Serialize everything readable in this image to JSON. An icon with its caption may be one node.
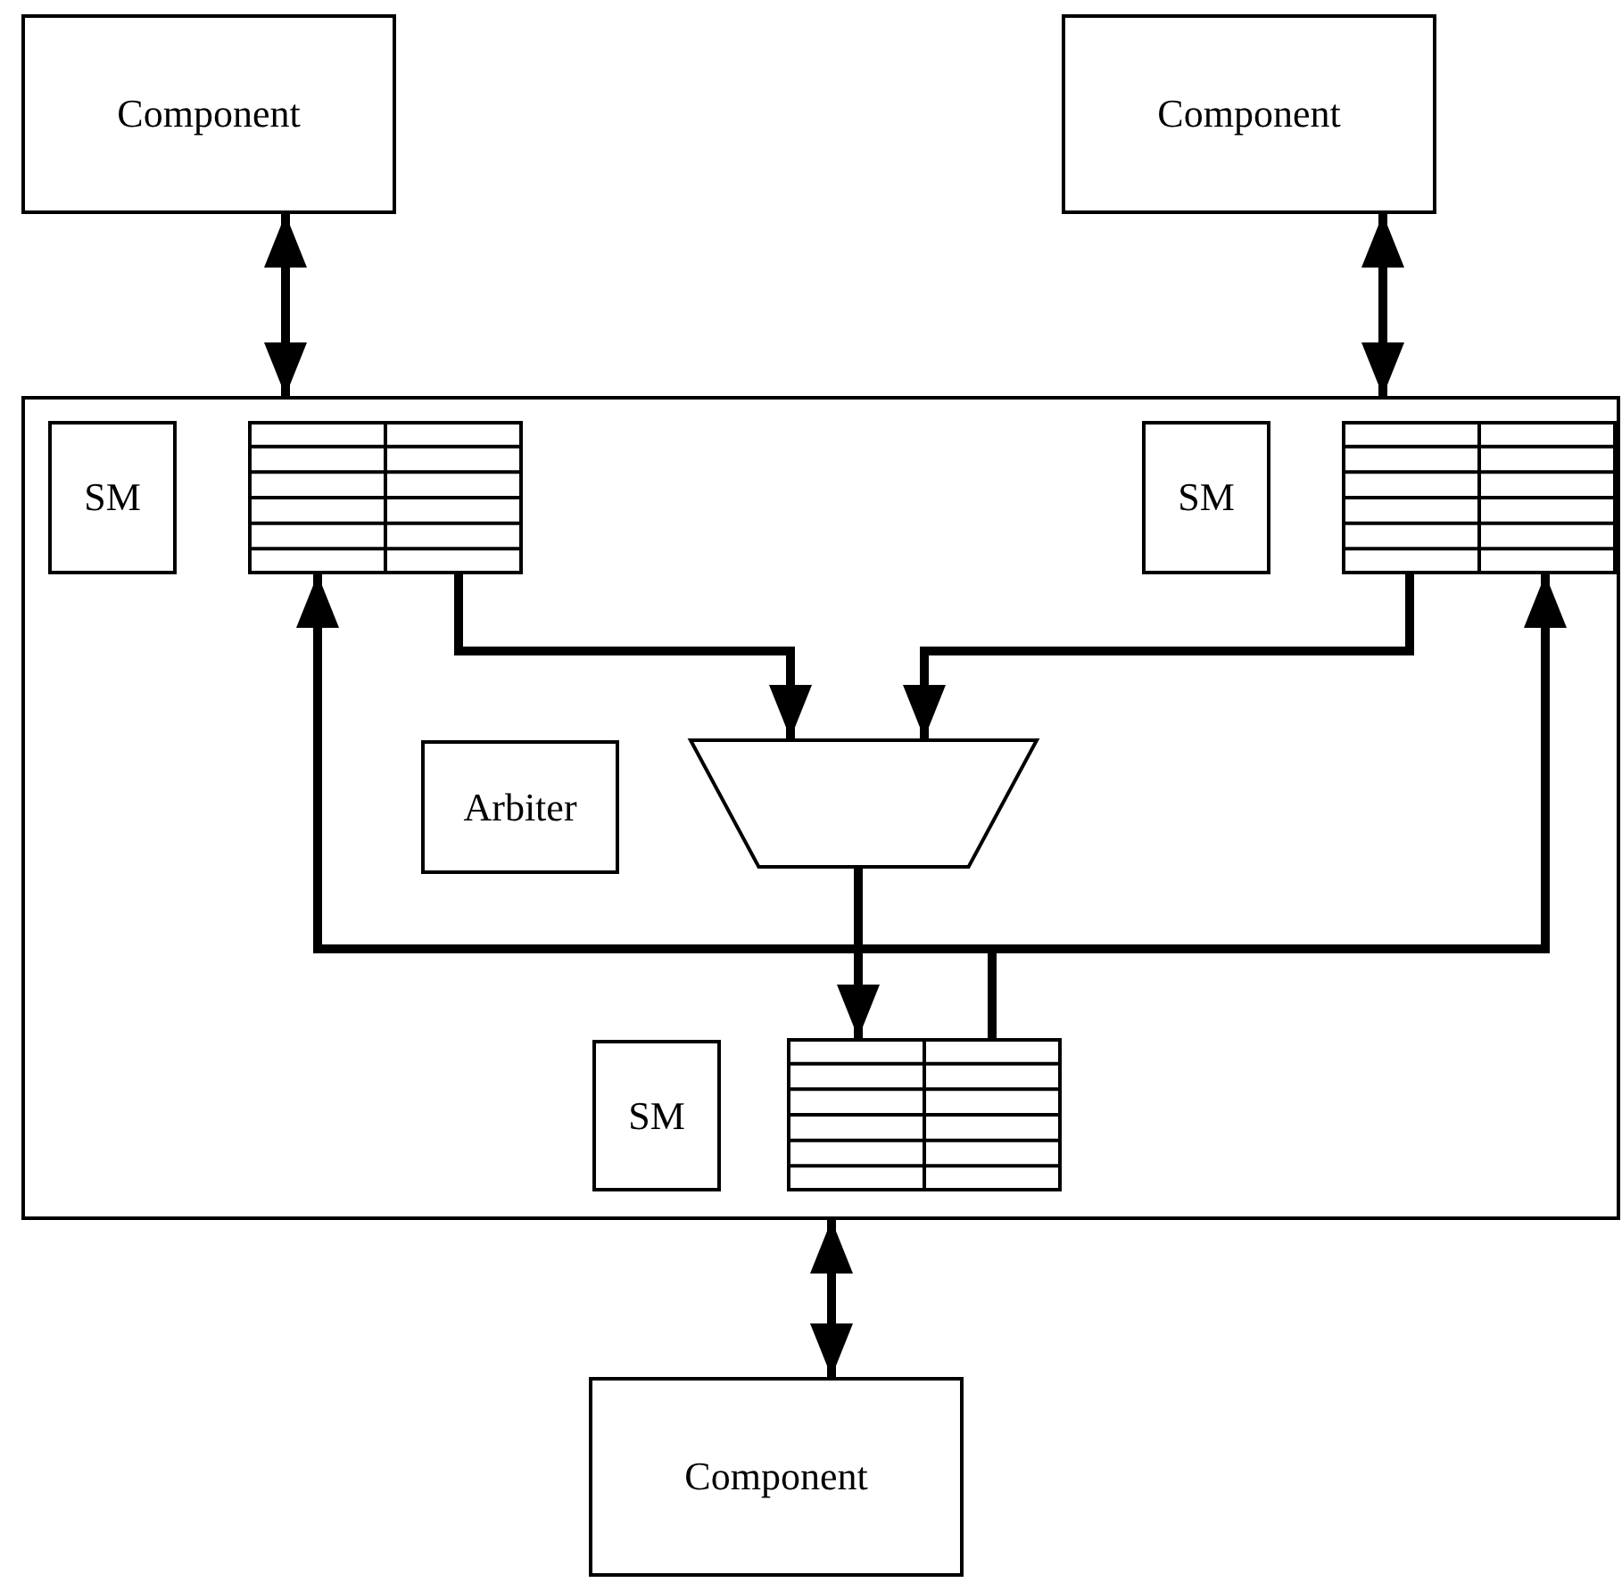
{
  "diagram": {
    "nodes": [
      {
        "text": [
          "Component"
        ]
      },
      {
        "text": [
          "Component"
        ]
      },
      {
        "text": [],
        "shape": "box"
      },
      {
        "text": [
          "SM"
        ],
        "in": 2
      },
      {
        "text": [],
        "shape": "table",
        "in": 2
      },
      {
        "text": [
          "SM"
        ],
        "in": 2
      },
      {
        "text": [],
        "shape": "table",
        "in": 2
      },
      {
        "text": [
          "Arbiter"
        ],
        "in": 2
      },
      {
        "text": [],
        "shape": "trapezoid",
        "in": 2
      },
      {
        "text": [
          "SM"
        ],
        "in": 2
      },
      {
        "text": [],
        "shape": "table",
        "in": 2
      },
      {
        "text": [
          "Component"
        ]
      }
    ],
    "edges": [
      {
        "from": 0,
        "to": 2,
        "arrow": "both"
      },
      {
        "from": 1,
        "to": 2,
        "arrow": "both"
      },
      {
        "from": 4,
        "to": 8,
        "arrow": "to"
      },
      {
        "from": 6,
        "to": 8,
        "arrow": "to"
      },
      {
        "from": 8,
        "to": 10,
        "arrow": "to"
      },
      {
        "from": 10,
        "to": 4,
        "arrow": "to"
      },
      {
        "from": 10,
        "to": 6,
        "arrow": "to"
      },
      {
        "from": 2,
        "to": 11,
        "arrow": "both"
      }
    ]
  }
}
